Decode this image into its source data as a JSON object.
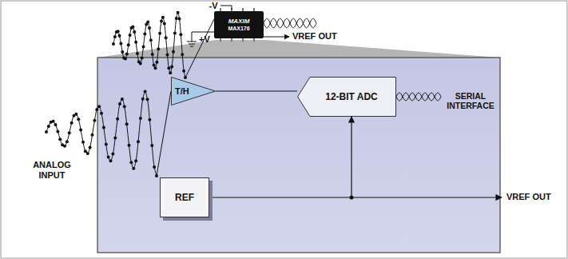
{
  "diagram": {
    "nodes": [
      {
        "text": [
          "MAXIM",
          "MAX176"
        ]
      },
      {
        "text": [
          "T/H"
        ]
      },
      {
        "text": [
          "12-BIT ADC"
        ]
      },
      {
        "text": [
          "REF"
        ]
      }
    ],
    "edges": [
      {
        "from": 1,
        "to": 2,
        "arrow": "none"
      },
      {
        "from": 3,
        "to": 2,
        "arrow": "to"
      }
    ],
    "labels": [
      "-V",
      "+V",
      "VREF OUT",
      "ANALOG INPUT",
      "SERIAL INTERFACE",
      "VREF OUT"
    ]
  }
}
